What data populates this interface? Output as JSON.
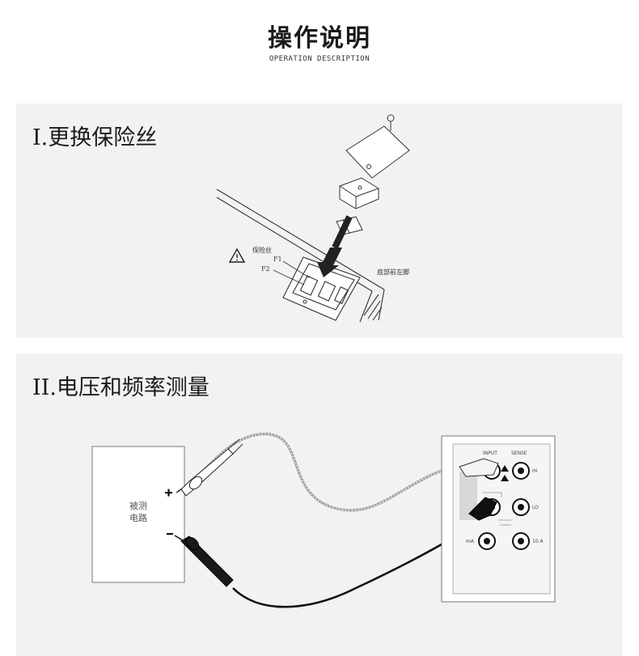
{
  "header": {
    "title": "操作说明",
    "subtitle": "OPERATION DESCRIPTION"
  },
  "sections": [
    {
      "heading": "I.更换保险丝",
      "diagram": {
        "warning_label": "保险丝",
        "fuse_1": "F1",
        "fuse_2": "F2",
        "foot_label": "底部前左脚"
      }
    },
    {
      "heading": "II.电压和频率测量",
      "diagram": {
        "circuit_label_line1": "被测",
        "circuit_label_line2": "电路",
        "plus_sign": "+",
        "minus_sign": "-",
        "input_label": "INPUT",
        "sense_label": "SENSE",
        "hi_label": "HI",
        "lo_label": "LO",
        "ma_label": "mA",
        "a10_label": "10 A"
      }
    }
  ]
}
